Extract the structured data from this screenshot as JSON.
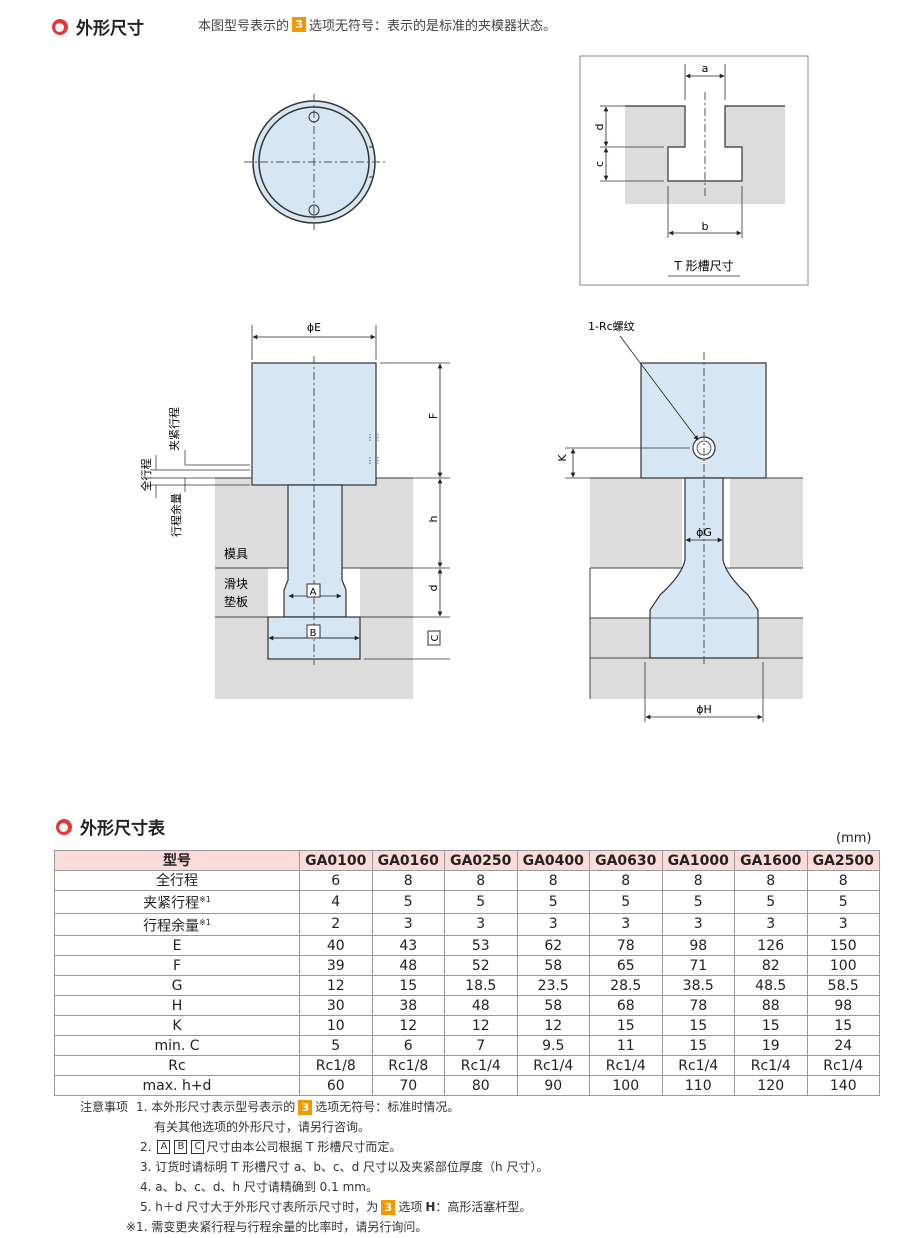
{
  "section1": {
    "title": "外形尺寸",
    "note_before": "本图型号表示的",
    "note_badge": "3",
    "note_after": "选项无符号：表示的是标准的夹模器状态。"
  },
  "tslot": {
    "caption": "T 形槽尺寸",
    "label_a": "a",
    "label_b": "b",
    "label_c": "c",
    "label_d": "d"
  },
  "side_view": {
    "label_E": "ϕE",
    "label_F": "F",
    "label_h": "h",
    "label_d": "d",
    "label_C": "C",
    "label_A": "A",
    "label_B": "B",
    "label_clamp_stroke": "夹紧行程",
    "label_full_stroke": "全行程",
    "label_stroke_margin": "行程余量",
    "label_die": "模具",
    "label_slider": "滑块",
    "label_pad": "垫板"
  },
  "front_view": {
    "label_port": "1-Rc螺纹",
    "label_K": "K",
    "label_G": "ϕG",
    "label_H": "ϕH"
  },
  "section2": {
    "title": "外形尺寸表",
    "unit": "(mm)"
  },
  "table": {
    "header_label": "型号",
    "models": [
      "GA0100",
      "GA0160",
      "GA0250",
      "GA0400",
      "GA0630",
      "GA1000",
      "GA1600",
      "GA2500"
    ],
    "rows": [
      {
        "label": "全行程",
        "sup": "",
        "values": [
          "6",
          "8",
          "8",
          "8",
          "8",
          "8",
          "8",
          "8"
        ]
      },
      {
        "label": "夹紧行程",
        "sup": "※1",
        "values": [
          "4",
          "5",
          "5",
          "5",
          "5",
          "5",
          "5",
          "5"
        ]
      },
      {
        "label": "行程余量",
        "sup": "※1",
        "values": [
          "2",
          "3",
          "3",
          "3",
          "3",
          "3",
          "3",
          "3"
        ]
      },
      {
        "label": "E",
        "sup": "",
        "values": [
          "40",
          "43",
          "53",
          "62",
          "78",
          "98",
          "126",
          "150"
        ]
      },
      {
        "label": "F",
        "sup": "",
        "values": [
          "39",
          "48",
          "52",
          "58",
          "65",
          "71",
          "82",
          "100"
        ]
      },
      {
        "label": "G",
        "sup": "",
        "values": [
          "12",
          "15",
          "18.5",
          "23.5",
          "28.5",
          "38.5",
          "48.5",
          "58.5"
        ]
      },
      {
        "label": "H",
        "sup": "",
        "values": [
          "30",
          "38",
          "48",
          "58",
          "68",
          "78",
          "88",
          "98"
        ]
      },
      {
        "label": "K",
        "sup": "",
        "values": [
          "10",
          "12",
          "12",
          "12",
          "15",
          "15",
          "15",
          "15"
        ]
      },
      {
        "label": "min. C",
        "sup": "",
        "values": [
          "5",
          "6",
          "7",
          "9.5",
          "11",
          "15",
          "19",
          "24"
        ]
      },
      {
        "label": "Rc",
        "sup": "",
        "values": [
          "Rc1/8",
          "Rc1/8",
          "Rc1/4",
          "Rc1/4",
          "Rc1/4",
          "Rc1/4",
          "Rc1/4",
          "Rc1/4"
        ]
      },
      {
        "label": "max. h+d",
        "sup": "",
        "values": [
          "60",
          "70",
          "80",
          "90",
          "100",
          "110",
          "120",
          "140"
        ]
      }
    ]
  },
  "notes": {
    "heading": "注意事项",
    "n1_a": "1. 本外形尺寸表示型号表示的",
    "n1_badge": "3",
    "n1_b": "选项无符号：标准时情况。",
    "n1_c": "有关其他选项的外形尺寸，请另行咨询。",
    "n2_prefix": "2.",
    "n2_A": "A",
    "n2_B": "B",
    "n2_C": "C",
    "n2_text": "尺寸由本公司根据 T 形槽尺寸而定。",
    "n3": "3. 订货时请标明 T 形槽尺寸 a、b、c、d 尺寸以及夹紧部位厚度（h 尺寸）。",
    "n4": "4. a、b、c、d、h 尺寸请精确到 0.1 mm。",
    "n5_a": "5. h＋d 尺寸大于外形尺寸表所示尺寸时，为",
    "n5_badge": "3",
    "n5_b": "选项",
    "n5_bold": "H",
    "n5_c": "：高形活塞杆型。",
    "footnote": "※1. 需变更夹紧行程与行程余量的比率时，请另行询问。"
  },
  "colors": {
    "part_fill": "#d6e6f3",
    "ground_fill": "#dcdcdc",
    "accent_red": "#e8353a",
    "badge_orange": "#f39800",
    "table_header": "#fbdada"
  }
}
